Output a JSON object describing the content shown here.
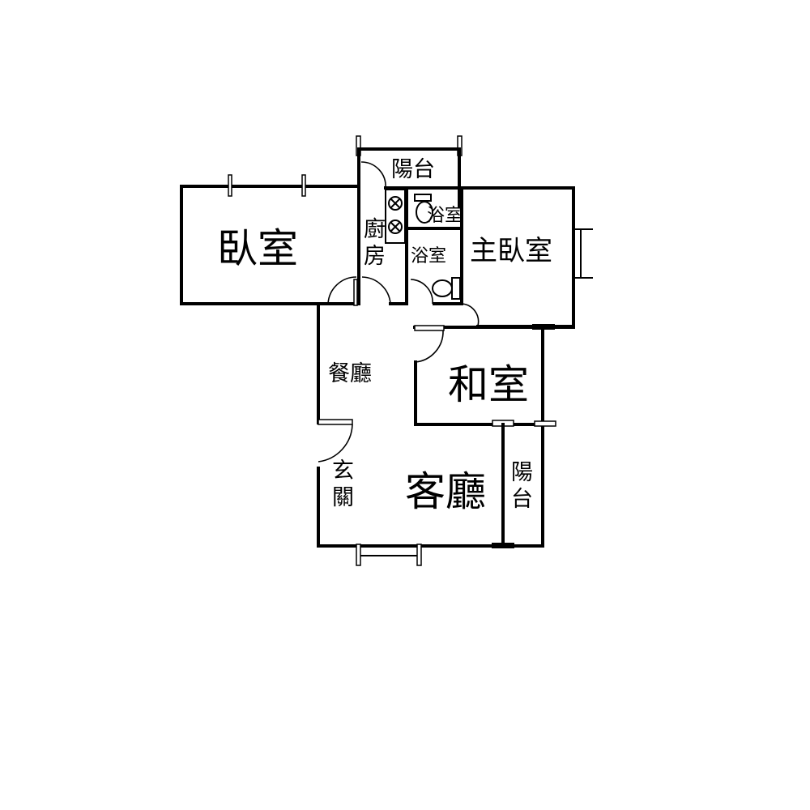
{
  "floorplan": {
    "rooms": {
      "bedroom": "臥室",
      "balcony_top": "陽台",
      "kitchen": "廚房",
      "bath_small": "浴室",
      "bath": "浴室",
      "master_bedroom": "主臥室",
      "dining": "餐廳",
      "japanese_room": "和室",
      "entrance": "玄關",
      "living": "客廳",
      "balcony_right": "陽台"
    },
    "colors": {
      "wall": "#000000",
      "background": "#ffffff"
    }
  }
}
